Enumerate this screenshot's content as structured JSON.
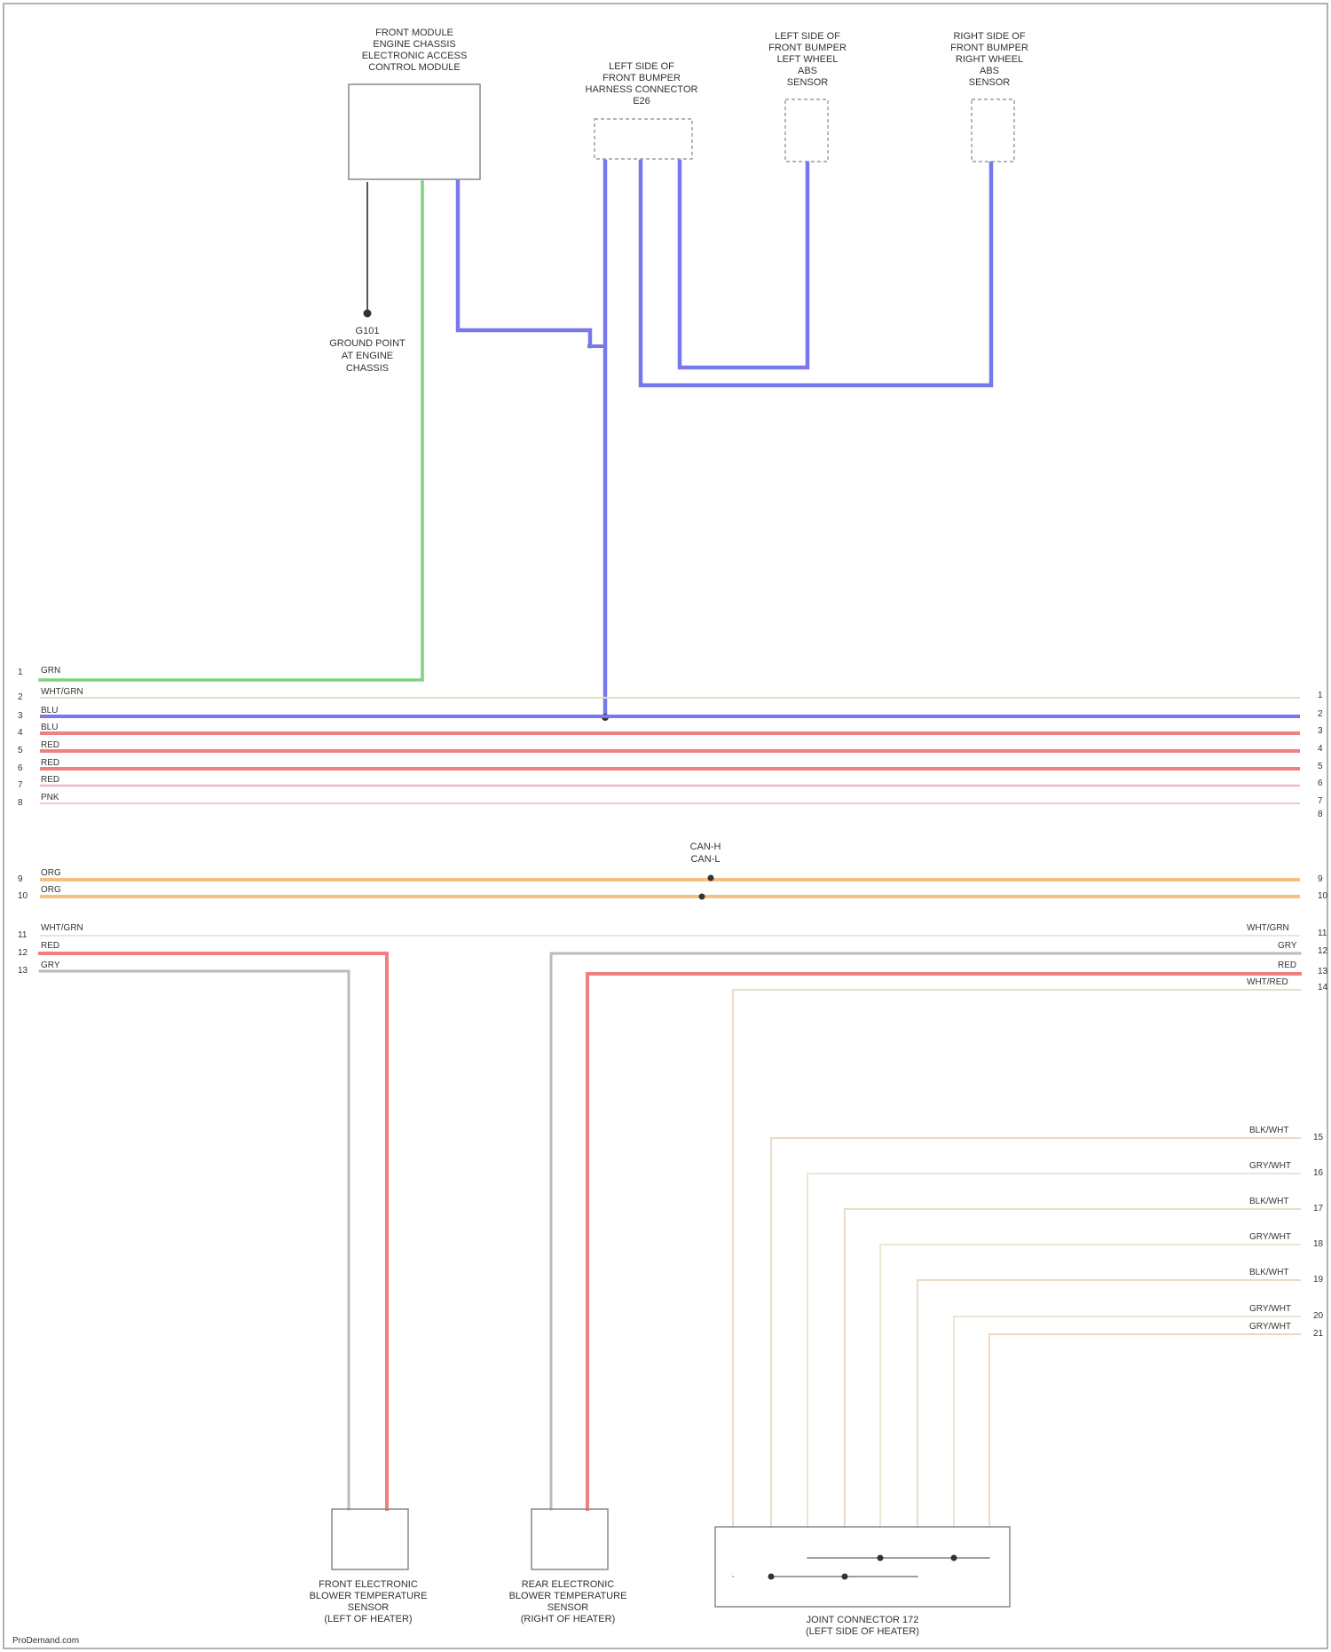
{
  "components": {
    "top_module": [
      "FRONT MODULE",
      "ENGINE CHASSIS",
      "ELECTRONIC ACCESS",
      "CONTROL MODULE"
    ],
    "left_connector": [
      "LEFT SIDE OF",
      "FRONT BUMPER",
      "HARNESS CONNECTOR",
      "E26"
    ],
    "left_wheel": [
      "LEFT SIDE OF",
      "FRONT BUMPER",
      "LEFT WHEEL",
      "ABS",
      "SENSOR"
    ],
    "right_wheel": [
      "RIGHT SIDE OF",
      "FRONT BUMPER",
      "RIGHT WHEEL",
      "ABS",
      "SENSOR"
    ],
    "ground": [
      "G101",
      "GROUND POINT",
      "AT ENGINE",
      "CHASSIS"
    ],
    "splice_label": [
      "CAN-H",
      "CAN-L"
    ],
    "front_sensor": [
      "FRONT ELECTRONIC",
      "BLOWER TEMPERATURE",
      "SENSOR",
      "(LEFT OF HEATER)"
    ],
    "rear_sensor": [
      "REAR ELECTRONIC",
      "BLOWER TEMPERATURE",
      "SENSOR",
      "(RIGHT OF HEATER)"
    ],
    "bottom_connector": [
      "JOINT CONNECTOR 172",
      "(LEFT SIDE OF HEATER)"
    ]
  },
  "bus": {
    "left_pins": [
      "1",
      "2",
      "3",
      "4",
      "5",
      "6",
      "7",
      "8"
    ],
    "right_pins": [
      "1",
      "2",
      "3",
      "4",
      "5",
      "6",
      "7",
      "8"
    ],
    "colors": [
      "GRN",
      "WHT/GRN",
      "BLU",
      "BLU",
      "RED",
      "RED",
      "RED",
      "PNK"
    ]
  },
  "can_bus": {
    "pins": [
      "9",
      "10"
    ],
    "colors": [
      "ORG",
      "ORG"
    ]
  },
  "lower_bus": {
    "left_pins": [
      "11",
      "12",
      "13"
    ],
    "right_pins": [
      "11",
      "12",
      "13",
      "14"
    ],
    "colors": [
      "WHT/GRN",
      "RED",
      "GRY",
      "WHT/RED"
    ]
  },
  "right_stack": {
    "pins": [
      "15",
      "16",
      "17",
      "18",
      "19",
      "20",
      "21"
    ],
    "colors": [
      "BLK/WHT",
      "GRY/WHT",
      "BLK/WHT",
      "GRY/WHT",
      "BLK/WHT",
      "GRY/WHT",
      "GRY/WHT"
    ]
  },
  "footer": "ProDemand.com"
}
